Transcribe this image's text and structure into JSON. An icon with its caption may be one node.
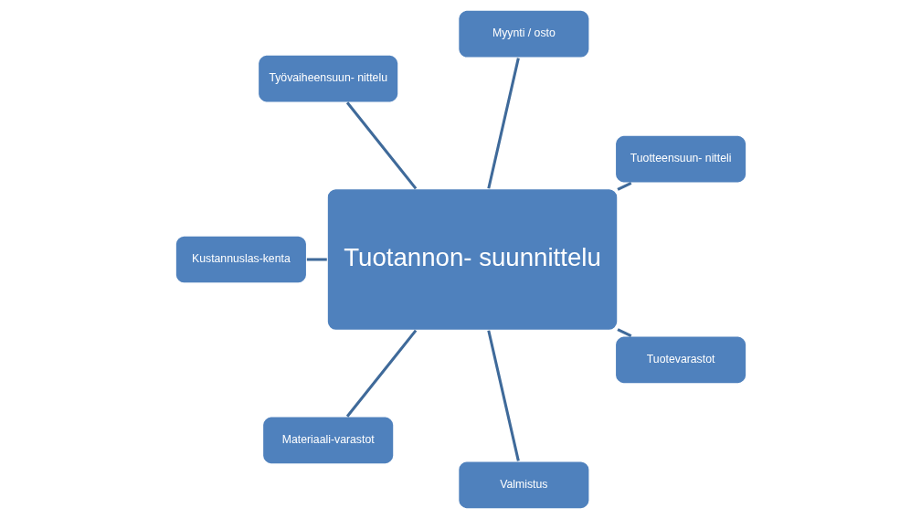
{
  "diagram": {
    "nodes": [
      {
        "text": [
          "Tuotteensuun- nitteli"
        ]
      },
      {
        "text": [
          "Myynti / osto"
        ]
      },
      {
        "text": [
          "Työvaiheensuun- nittelu"
        ]
      },
      {
        "text": [
          "Tuotannon- suunnittelu"
        ]
      },
      {
        "text": [
          "Kustannuslas-kenta"
        ]
      },
      {
        "text": [
          "Materiaali-varastot"
        ]
      },
      {
        "text": [
          "Valmistus"
        ]
      },
      {
        "text": [
          "Tuotevarastot"
        ]
      }
    ],
    "edges": [
      {
        "from": 3,
        "to": 0,
        "arrow": "none"
      },
      {
        "from": 3,
        "to": 2,
        "arrow": "none"
      },
      {
        "from": 3,
        "to": 4,
        "arrow": "none"
      },
      {
        "from": 3,
        "to": 7,
        "arrow": "none"
      },
      {
        "from": 3,
        "to": 6,
        "arrow": "none"
      },
      {
        "from": 3,
        "to": 5,
        "arrow": "none"
      },
      {
        "from": 3,
        "to": 1,
        "arrow": "none"
      }
    ]
  }
}
